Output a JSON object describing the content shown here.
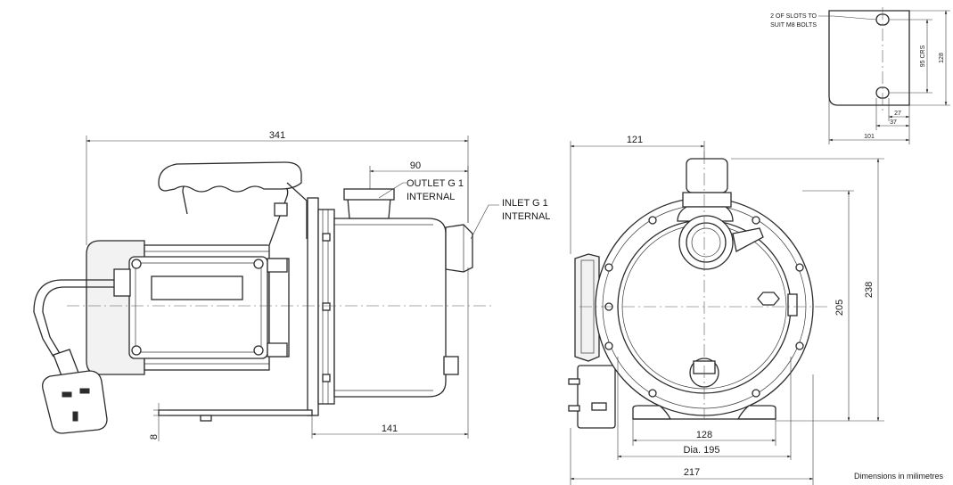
{
  "dimensions": {
    "side_length": "341",
    "outlet_offset": "90",
    "inlet_to_foot": "141",
    "foot_height": "8",
    "front_top": "121",
    "front_height_outer": "238",
    "front_height_inner": "205",
    "foot_width": "128",
    "dia": "Dia. 195",
    "front_width": "217",
    "slot_crs": "95 CRS",
    "bracket_height": "128",
    "slot_27": "27",
    "slot_37": "37",
    "bracket_101": "101"
  },
  "labels": {
    "outlet_line1": "OUTLET G 1",
    "outlet_line2": "INTERNAL",
    "inlet_line1": "INLET G 1",
    "inlet_line2": "INTERNAL",
    "slots_line1": "2 OF SLOTS TO",
    "slots_line2": "SUIT M8 BOLTS",
    "footer": "Dimensions in milimetres"
  }
}
